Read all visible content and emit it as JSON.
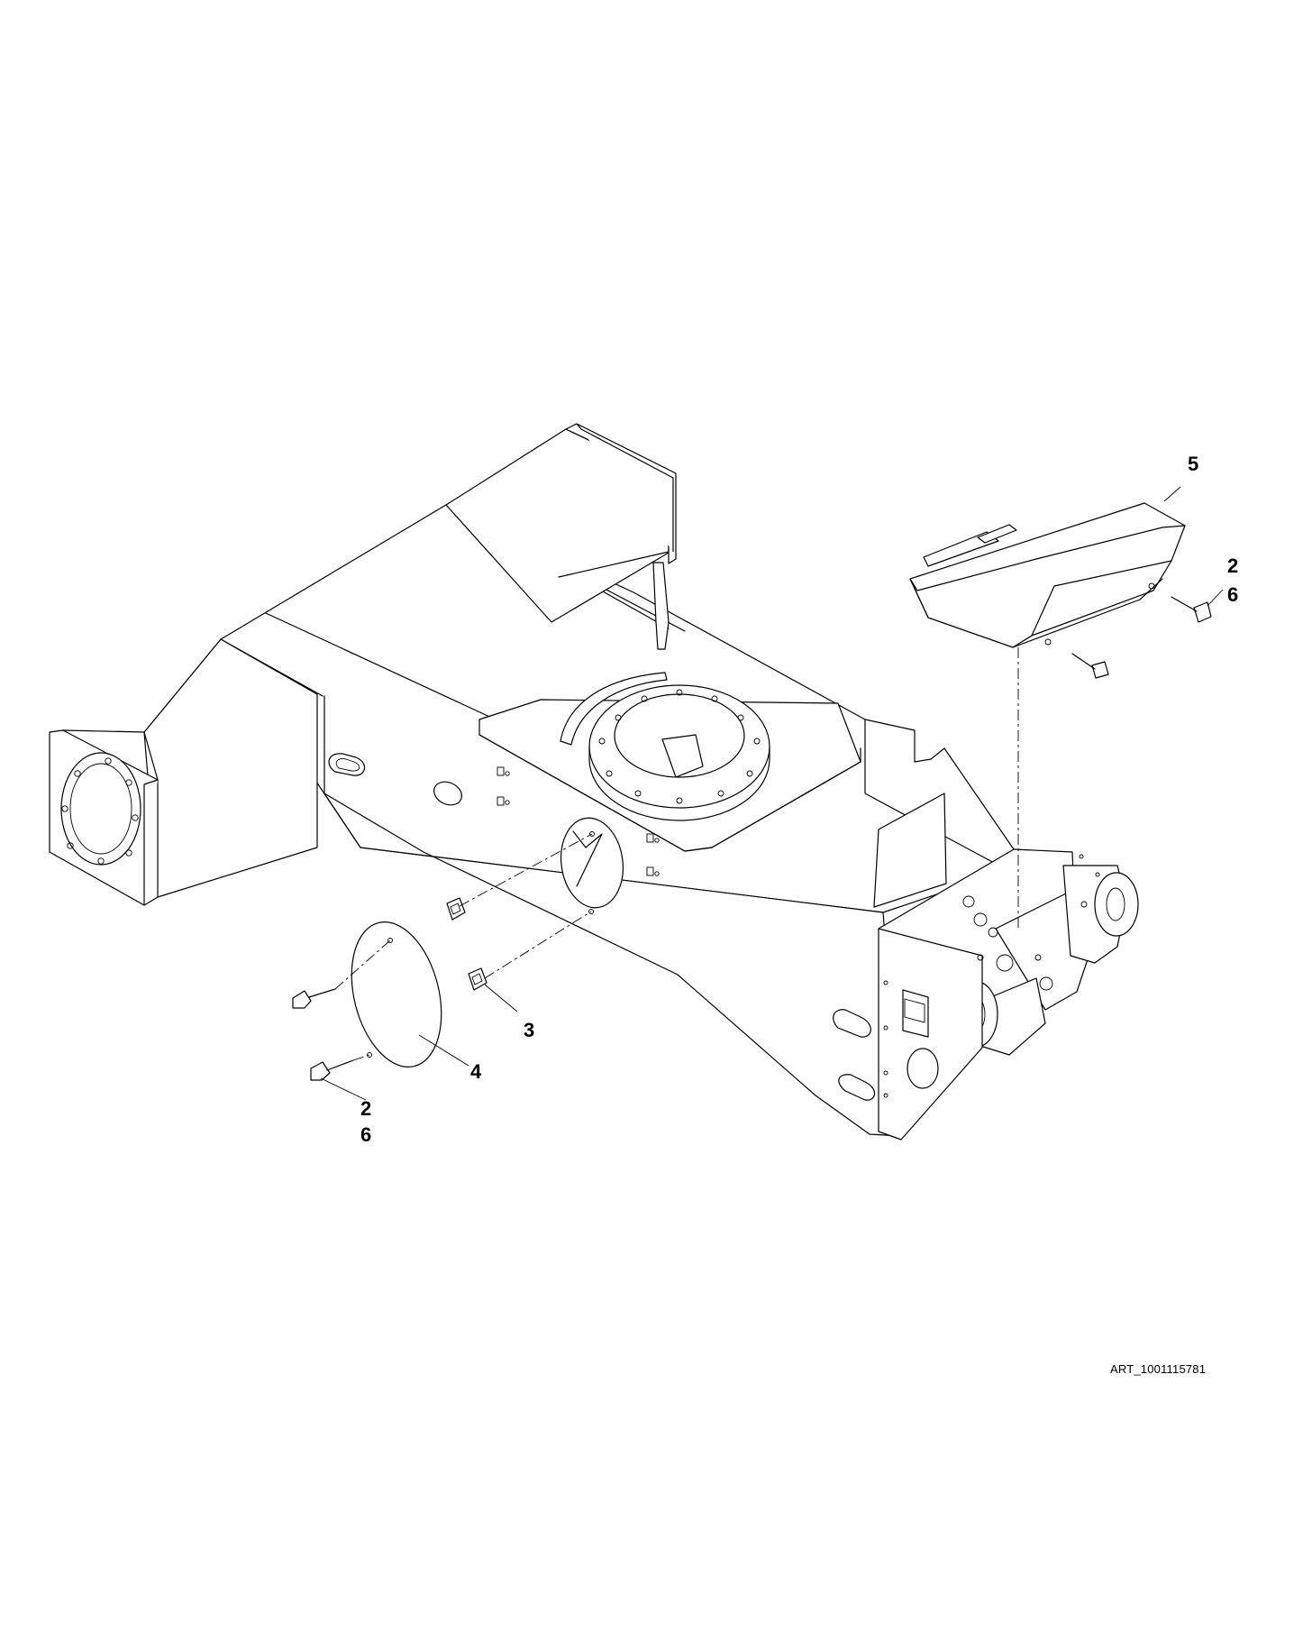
{
  "callouts": {
    "c5": "5",
    "c2_top": "2",
    "c6_top": "6",
    "c3": "3",
    "c4": "4",
    "c2_bottom": "2",
    "c6_bottom": "6"
  },
  "art_id": "ART_1001115781"
}
